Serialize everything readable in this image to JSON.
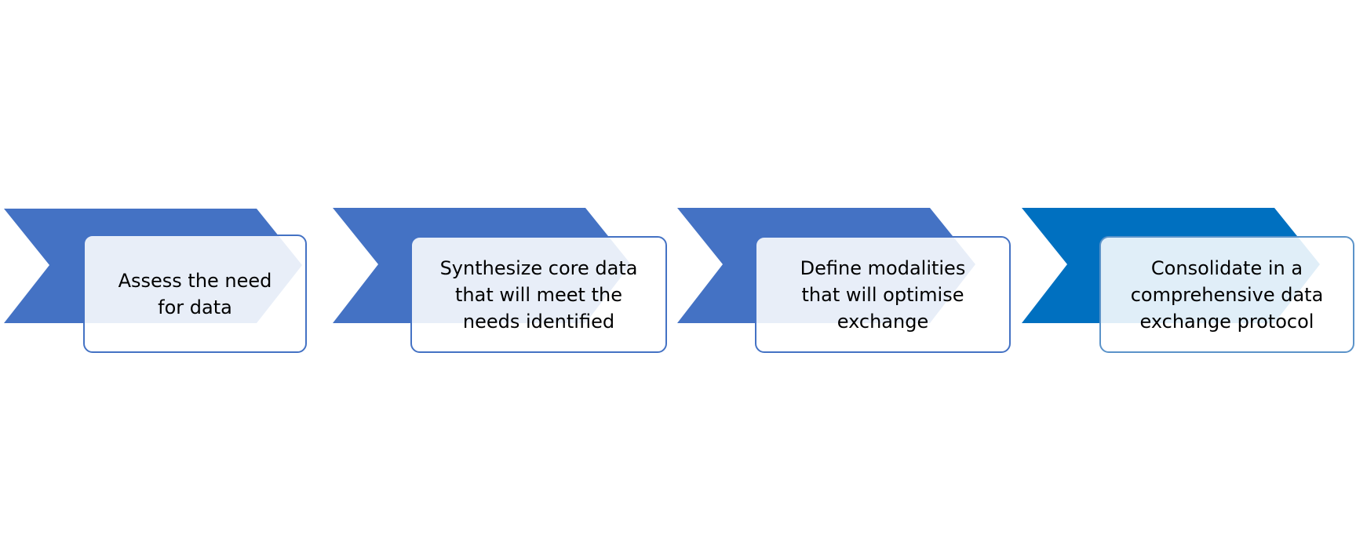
{
  "diagram": {
    "type": "process-flow",
    "colors": {
      "chevron": "#4472c4",
      "chevron_final": "#0070c0",
      "box_border": "#4472c4",
      "box_border_final": "#5b93c9",
      "box_fill": "#ffffff"
    },
    "steps": [
      {
        "label": "Assess the need for data"
      },
      {
        "label": "Synthesize core data that will meet the needs identified"
      },
      {
        "label": "Define modalities that will optimise exchange"
      },
      {
        "label": "Consolidate in a comprehensive data exchange protocol"
      }
    ]
  }
}
